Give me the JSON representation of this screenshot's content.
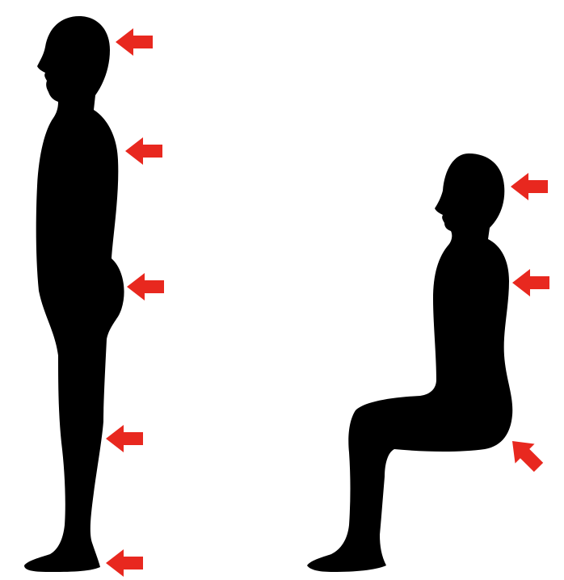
{
  "colors": {
    "background": "#ffffff",
    "silhouette": "#000000",
    "arrow": "#e8281f"
  },
  "figures": [
    {
      "name": "standing-figure",
      "pose": "standing",
      "contact_points": [
        "head",
        "upper-back",
        "buttocks",
        "calf",
        "heel"
      ]
    },
    {
      "name": "sitting-figure",
      "pose": "sitting",
      "contact_points": [
        "head",
        "upper-back",
        "buttocks-underside"
      ]
    }
  ],
  "arrows": [
    {
      "name": "arrow-standing-head",
      "direction": "left"
    },
    {
      "name": "arrow-standing-upper-back",
      "direction": "left"
    },
    {
      "name": "arrow-standing-buttocks",
      "direction": "left"
    },
    {
      "name": "arrow-standing-calf",
      "direction": "left"
    },
    {
      "name": "arrow-standing-heel",
      "direction": "left"
    },
    {
      "name": "arrow-sitting-head",
      "direction": "left"
    },
    {
      "name": "arrow-sitting-upper-back",
      "direction": "left"
    },
    {
      "name": "arrow-sitting-buttocks",
      "direction": "up-left"
    }
  ]
}
